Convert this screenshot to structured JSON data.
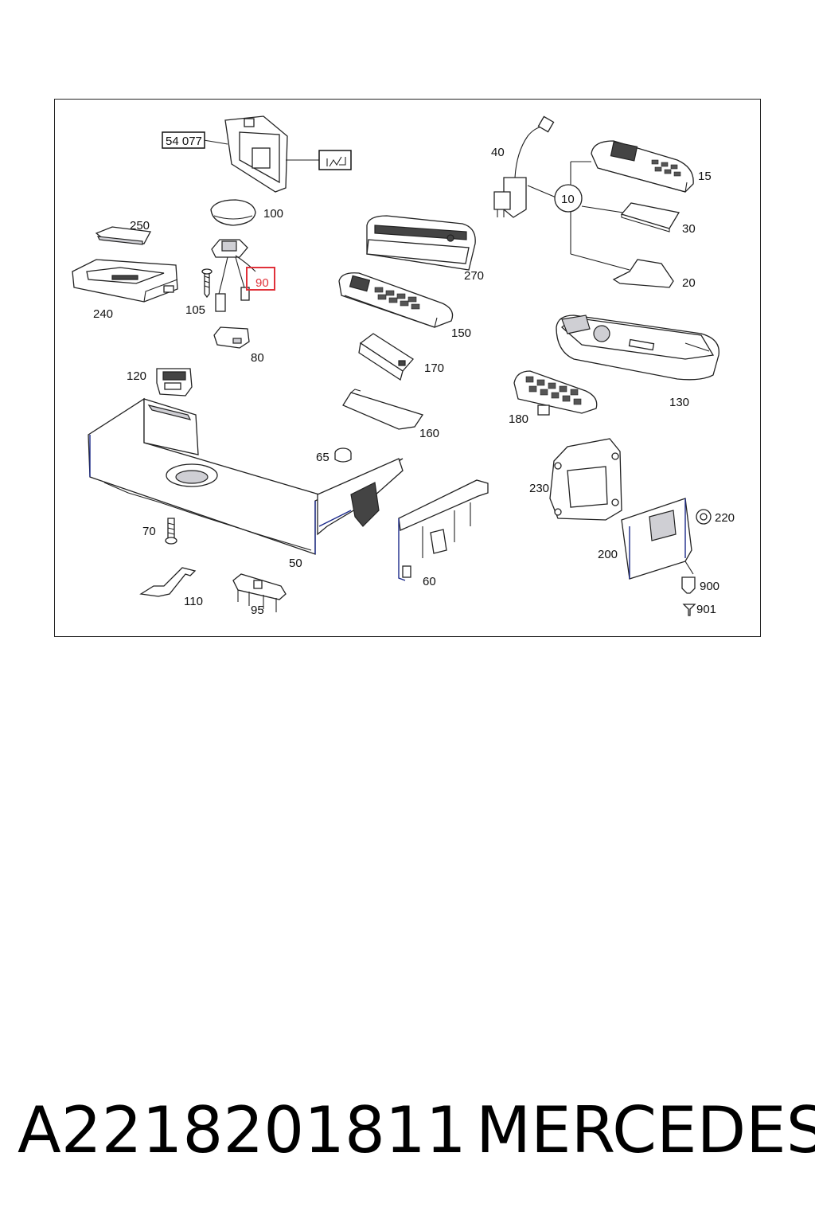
{
  "diagram": {
    "ref_box_label": "54 077",
    "highlight_color": "#e0313a",
    "callouts": [
      {
        "id": "c40",
        "text": "40"
      },
      {
        "id": "c15",
        "text": "15"
      },
      {
        "id": "c10",
        "text": "10"
      },
      {
        "id": "c30",
        "text": "30"
      },
      {
        "id": "c20",
        "text": "20"
      },
      {
        "id": "c100",
        "text": "100"
      },
      {
        "id": "c250",
        "text": "250"
      },
      {
        "id": "c270",
        "text": "270"
      },
      {
        "id": "c90",
        "text": "90"
      },
      {
        "id": "c240",
        "text": "240"
      },
      {
        "id": "c105",
        "text": "105"
      },
      {
        "id": "c150",
        "text": "150"
      },
      {
        "id": "c80",
        "text": "80"
      },
      {
        "id": "c170",
        "text": "170"
      },
      {
        "id": "c130",
        "text": "130"
      },
      {
        "id": "c120",
        "text": "120"
      },
      {
        "id": "c180",
        "text": "180"
      },
      {
        "id": "c160",
        "text": "160"
      },
      {
        "id": "c65",
        "text": "65"
      },
      {
        "id": "c230",
        "text": "230"
      },
      {
        "id": "c220",
        "text": "220"
      },
      {
        "id": "c70",
        "text": "70"
      },
      {
        "id": "c200",
        "text": "200"
      },
      {
        "id": "c50",
        "text": "50"
      },
      {
        "id": "c60",
        "text": "60"
      },
      {
        "id": "c900",
        "text": "900"
      },
      {
        "id": "c901",
        "text": "901"
      },
      {
        "id": "c110",
        "text": "110"
      },
      {
        "id": "c95",
        "text": "95"
      }
    ]
  },
  "footer": {
    "part_number": "A2218201811",
    "brand": "MERCEDES"
  }
}
